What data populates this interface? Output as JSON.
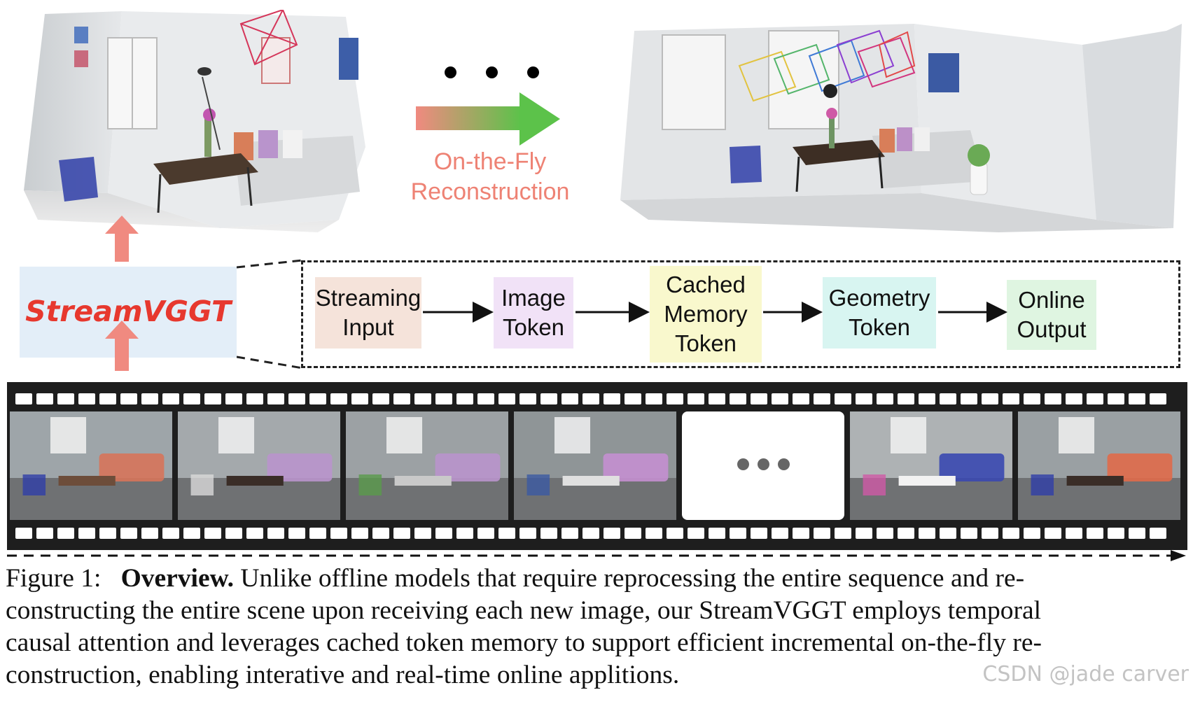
{
  "top": {
    "ellipsis": "...",
    "arrow_label_line1": "On-the-Fly",
    "arrow_label_line2": "Reconstruction"
  },
  "model": {
    "name": "StreamVGGT"
  },
  "pipeline": {
    "steps": [
      {
        "line1": "Streaming",
        "line2": "Input",
        "line3": "",
        "color": "#f5e3da"
      },
      {
        "line1": "Image",
        "line2": "Token",
        "line3": "",
        "color": "#f1e2f7"
      },
      {
        "line1": "Cached",
        "line2": "Memory",
        "line3": "Token",
        "color": "#f9f8cd"
      },
      {
        "line1": "Geometry",
        "line2": "Token",
        "line3": "",
        "color": "#d8f5f1"
      },
      {
        "line1": "Online",
        "line2": "Output",
        "line3": "",
        "color": "#dff5e1"
      }
    ]
  },
  "filmstrip": {
    "frame_count": 7,
    "placeholder_frame_index": 4,
    "placeholder_text": "..."
  },
  "caption": {
    "line1_label": "Figure 1:",
    "line1_bold": "Overview.",
    "line1_rest": "Unlike offline models that require reprocessing the entire sequence and re-",
    "line2": "constructing the entire scene upon receiving each new image, our StreamVGGT employs temporal",
    "line3": "causal attention and leverages cached token memory to support efficient incremental on-the-fly re-",
    "line4": "construction, enabling interative and real-time online applitions."
  },
  "watermark": "CSDN @jade carver",
  "colors": {
    "salmon": "#f08a80",
    "green": "#5cc24a",
    "stream_text": "#e7382e"
  }
}
